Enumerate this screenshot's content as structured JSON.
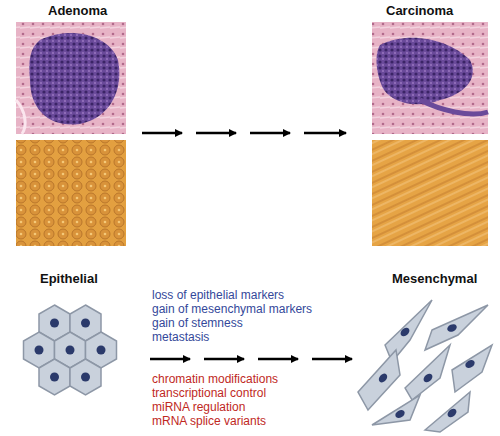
{
  "diagram": {
    "labels": [
      "Adenoma",
      "Carcinoma",
      "Epithelial",
      "loss of epithelial markers",
      "gain of mesenchymal markers",
      "gain of stemness",
      "metastasis",
      "Mesenchymal",
      "chromatin modifications",
      "transcriptional control",
      "miRNA regulation",
      "mRNA splice variants"
    ]
  }
}
